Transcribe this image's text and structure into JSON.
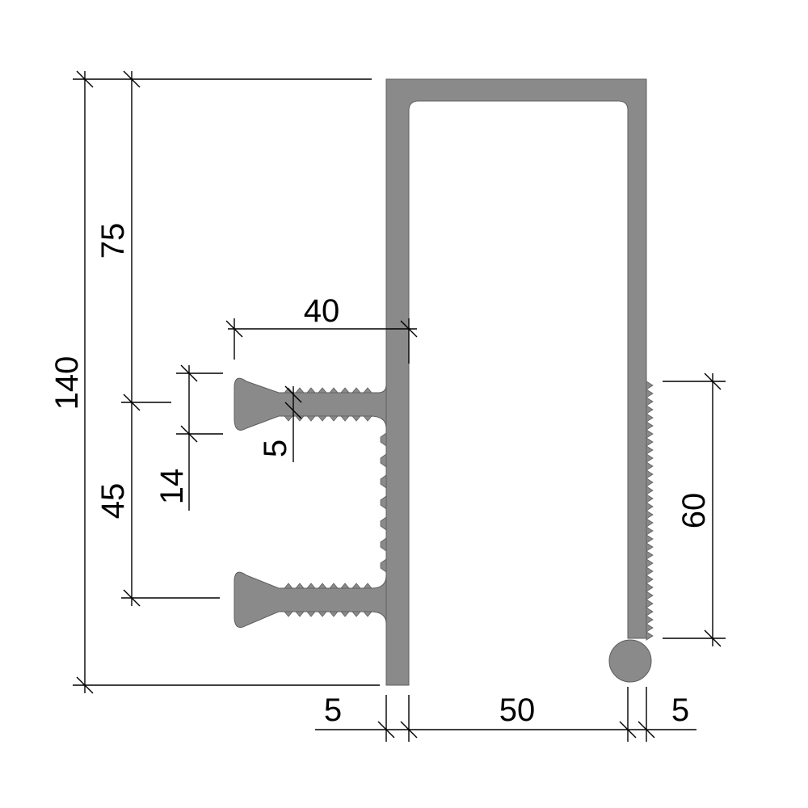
{
  "colors": {
    "profile_fill": "#8a8a8a",
    "profile_edge": "#5e5e5e",
    "line": "#000000",
    "background": "#ffffff"
  },
  "dimensions": {
    "total_height": "140",
    "upper_height": "75",
    "lower_height": "45",
    "anchor_width": "40",
    "anchor_gap": "14",
    "anchor_thickness": "5",
    "serrated_length": "60",
    "left_wall": "5",
    "inner_width": "50",
    "right_wall": "5"
  }
}
